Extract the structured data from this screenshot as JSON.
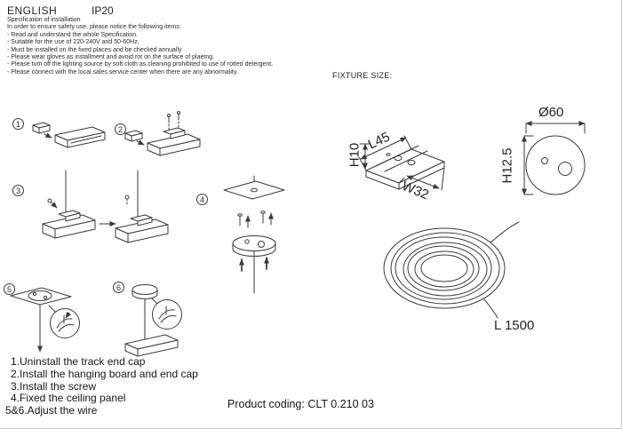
{
  "header": {
    "language": "ENGLISH",
    "ip_rating": "IP20"
  },
  "spec": {
    "title": "Specification of installation",
    "intro": "In order to ensure safety use, please notice the following items:",
    "items": [
      "- Read and understand the whole Specification.",
      "- Suitable for the use of 220-240V and 50-60Hz.",
      "- Must be installed on the fixed places and be checked annually",
      "- Please wear gloves as installment and avoid rot on the surface of plaetng.",
      "- Please tum off the lighting source by soft cloth as cleaning prohibited to use of rotted detergent.",
      "- Please connect with the local sales service center when there are any abnormality."
    ]
  },
  "fixture": {
    "label": "FIXTURE SIZE:",
    "dims": {
      "length": "L45",
      "height": "H10",
      "width": "W32",
      "diameter": "Ø60",
      "canopy_height": "H12.5",
      "wire_length": "L 1500"
    }
  },
  "steps": [
    "1",
    "2",
    "3",
    "4",
    "5",
    "6"
  ],
  "instructions": [
    "1.Uninstall the track end cap",
    "2.Install the hanging board and end cap",
    "3.Install the screw",
    "4.Fixed the ceiling panel",
    "5&6.Adjust the wire"
  ],
  "footer": {
    "product_coding": "Product coding: CLT 0.210 03"
  }
}
